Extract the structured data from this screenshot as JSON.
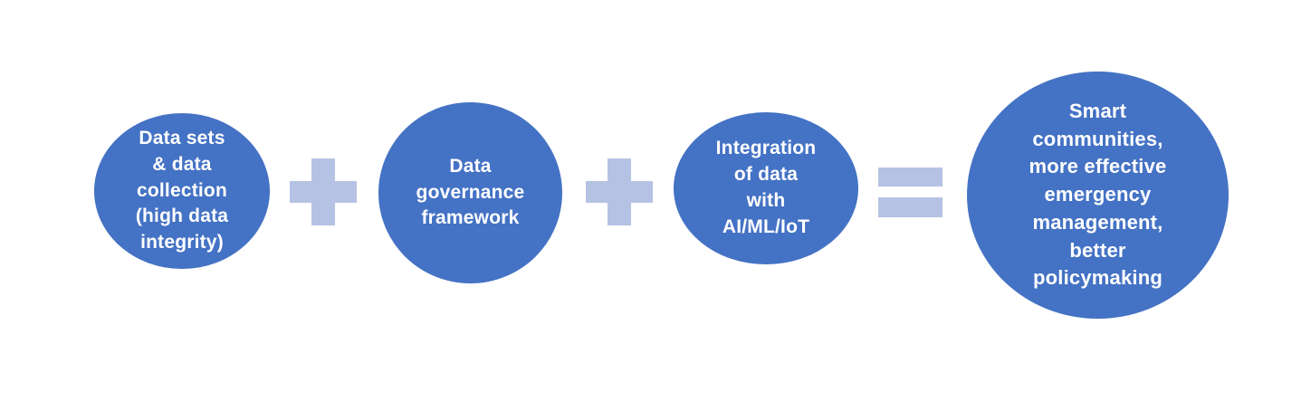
{
  "diagram": {
    "type": "equation-flow",
    "colors": {
      "background": "#ffffff",
      "circle_fill": "#4472C4",
      "operator_fill": "#B5C2E3",
      "text_color": "#ffffff"
    },
    "nodes": [
      {
        "id": "data-sets",
        "label": "Data sets\n& data\ncollection\n(high data\nintegrity)"
      },
      {
        "id": "data-governance",
        "label": "Data\ngovernance\nframework"
      },
      {
        "id": "data-integration",
        "label": "Integration\nof data\nwith\nAI/ML/IoT"
      },
      {
        "id": "outcome",
        "label": "Smart\ncommunities,\nmore effective\nemergency\nmanagement,\nbetter\npolicymaking"
      }
    ],
    "operators": [
      {
        "id": "operator-1",
        "symbol": "plus"
      },
      {
        "id": "operator-2",
        "symbol": "plus"
      },
      {
        "id": "operator-3",
        "symbol": "equals"
      }
    ]
  }
}
